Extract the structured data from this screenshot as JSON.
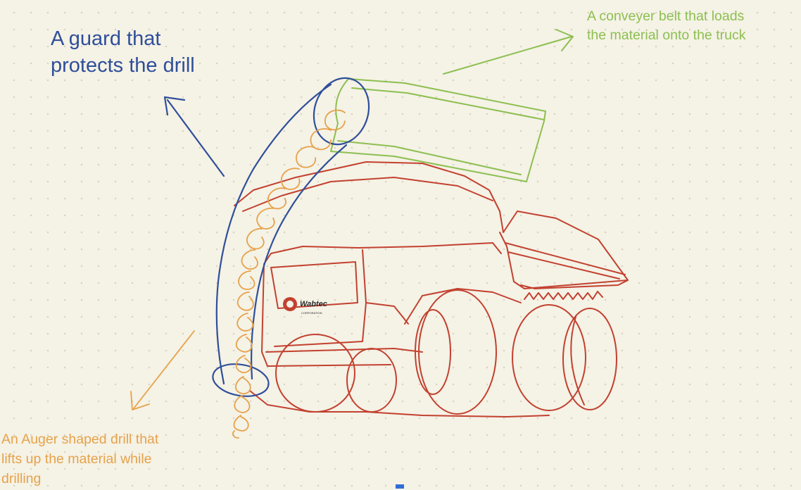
{
  "annotations": {
    "guard": "A guard that\nprotects the drill",
    "conveyor": "A conveyer belt that loads\nthe material onto the truck",
    "auger": "An Auger shaped drill that\nlifts up the material while\ndrilling"
  },
  "logo": {
    "name": "Wabtec",
    "sub": "CORPORATION"
  },
  "colors": {
    "background": "#f5f2e6",
    "guard": "#2f4f9a",
    "conveyor": "#8cbf4f",
    "auger": "#e6a24a",
    "truck": "#c2412f"
  }
}
